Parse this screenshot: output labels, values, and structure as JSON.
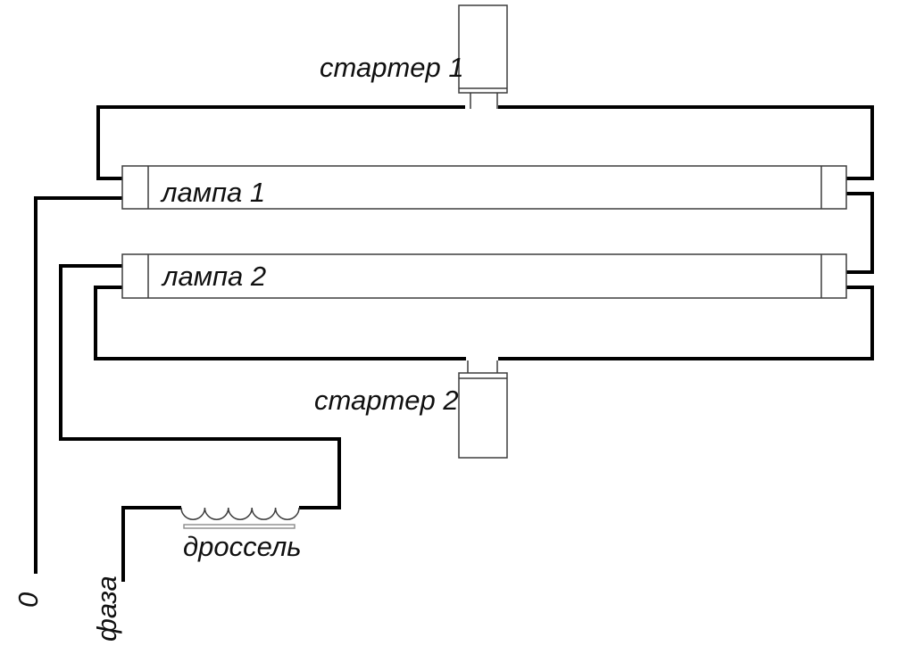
{
  "components": {
    "starter_1": {
      "label": "стартер 1"
    },
    "starter_2": {
      "label": "стартер 2"
    },
    "lamp_1": {
      "label": "лампа 1"
    },
    "lamp_2": {
      "label": "лампа 2"
    },
    "choke": {
      "label": "дроссель"
    }
  },
  "terminals": {
    "neutral": {
      "label": "0"
    },
    "phase": {
      "label": "фаза"
    }
  },
  "colors": {
    "background": "#ffffff",
    "wire": "#000000",
    "component_outline": "#3d3d3d",
    "text": "#101010"
  }
}
